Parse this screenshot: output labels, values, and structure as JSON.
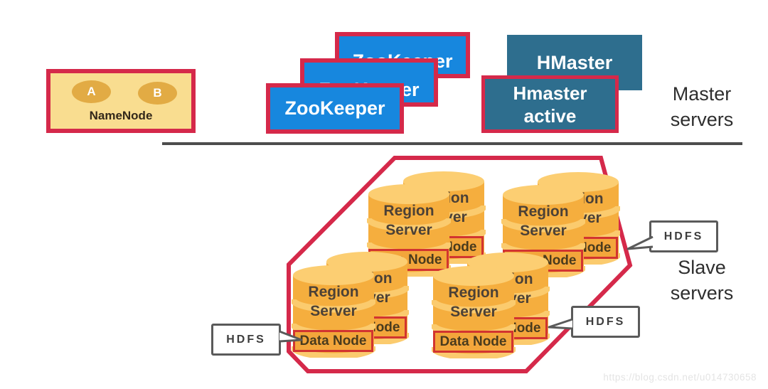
{
  "master_section": {
    "caption_line1": "Master",
    "caption_line2": "servers",
    "namenode": {
      "label": "NameNode",
      "node_a": "A",
      "node_b": "B"
    },
    "zookeeper": {
      "label": "ZooKeeper",
      "instances": 3
    },
    "hmaster": {
      "standby_label": "HMaster",
      "active_line1": "Hmaster",
      "active_line2": "active"
    }
  },
  "slave_section": {
    "caption_line1": "Slave",
    "caption_line2": "servers",
    "region_server_line1": "Region",
    "region_server_line2": "Server",
    "data_node_label": "Data Node",
    "hdfs_label": "HDFS",
    "region_server_cylinders": 8,
    "hdfs_callouts": 3
  },
  "watermark": "https://blog.csdn.net/u014730658",
  "colors": {
    "accent_red": "#d5294a",
    "zookeeper_blue": "#1787de",
    "hmaster_teal": "#2e6e8e",
    "namenode_yellow": "#f9dd90",
    "oval_gold": "#e2ab44",
    "cylinder_gold": "#f5ae3e",
    "cylinder_band": "#fbcb6e",
    "cylinder_top": "#fcce72",
    "datanode_border": "#d23430",
    "callout_border": "#5a5a5a"
  }
}
